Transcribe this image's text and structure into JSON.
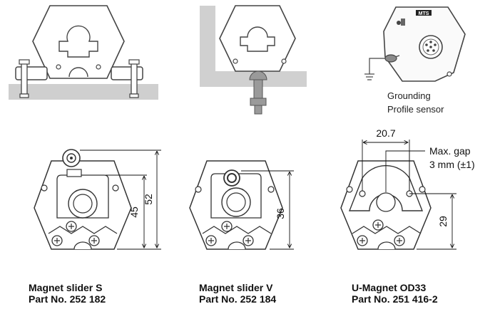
{
  "grounding_note": {
    "line1": "Grounding",
    "line2": "Profile sensor"
  },
  "sensor_logo": "MTS",
  "dimensions": {
    "slider_s_height_a": "45",
    "slider_s_height_b": "52",
    "slider_v_height": "36",
    "umagnet_width": "20.7",
    "umagnet_height": "29"
  },
  "max_gap": {
    "line1": "Max. gap",
    "line2": "3 mm (±1)"
  },
  "captions": [
    {
      "name": "Magnet slider  S",
      "part": "Part No. 252 182"
    },
    {
      "name": "Magnet slider  V",
      "part": "Part No. 252 184"
    },
    {
      "name": "U-Magnet  OD33",
      "part": "Part No. 251 416-2"
    }
  ]
}
